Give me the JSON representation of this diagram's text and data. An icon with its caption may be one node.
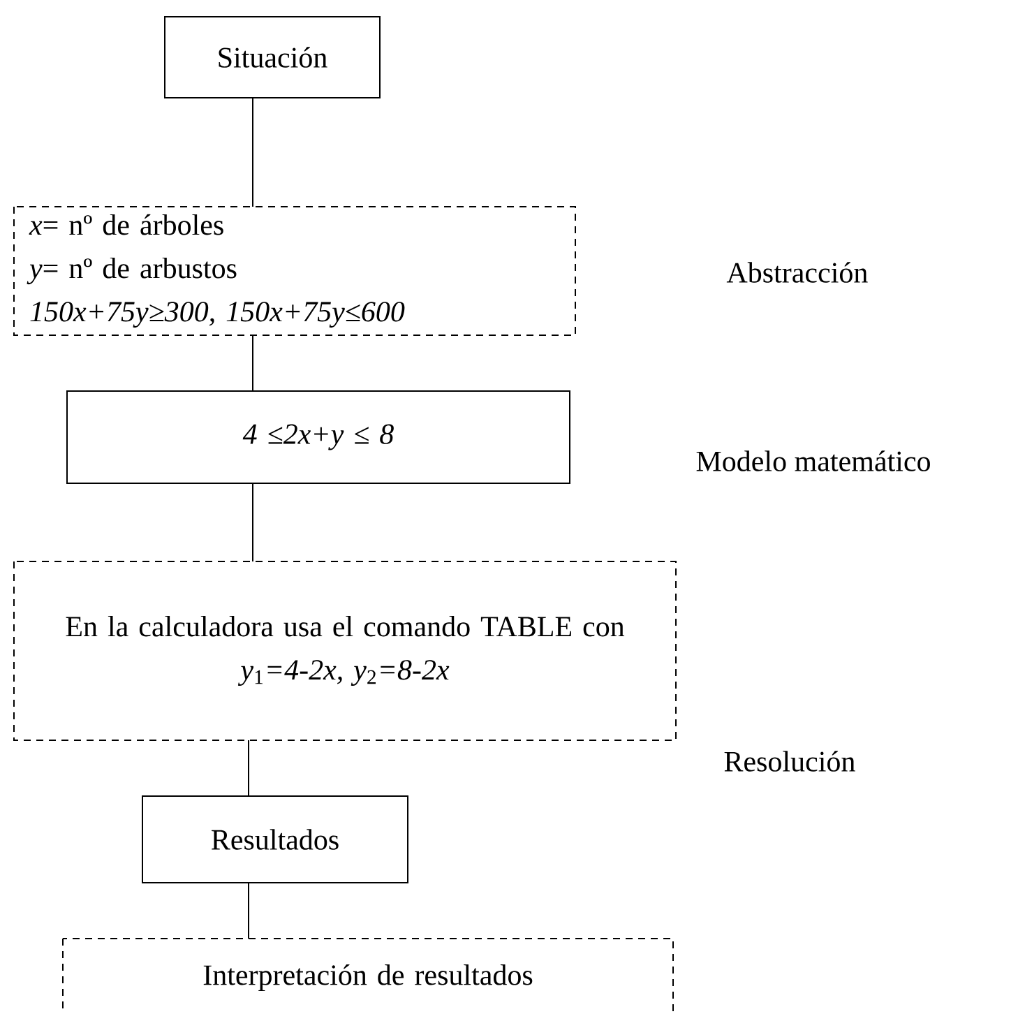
{
  "diagram": {
    "nodes": [
      {
        "text": [
          "Situación"
        ]
      },
      {
        "text": [
          "*x*= nº de árboles",
          "*y*= nº de arbustos",
          "*150x+75y≥300, 150x+75y≤600*"
        ]
      },
      {
        "text": [
          "*4 ≤2x+y ≤ 8*"
        ]
      },
      {
        "text": [
          "En la calculadora usa el comando TABLE con",
          "*y*$_{1}$*=4-2x, y*$_{2}$*=8-2x*"
        ]
      },
      {
        "text": [
          "Resultados"
        ]
      },
      {
        "text": [
          "Interpretación de resultados"
        ]
      }
    ],
    "edges": [
      {
        "from": 0,
        "to": 1,
        "arrow": "none"
      },
      {
        "from": 1,
        "to": 2,
        "arrow": "none"
      },
      {
        "from": 2,
        "to": 3,
        "arrow": "none"
      },
      {
        "from": 3,
        "to": 4,
        "arrow": "none"
      },
      {
        "from": 4,
        "to": 5,
        "arrow": "none"
      }
    ],
    "labels": [
      "Abstracción",
      "Modelo matemático",
      "Resolución"
    ]
  }
}
